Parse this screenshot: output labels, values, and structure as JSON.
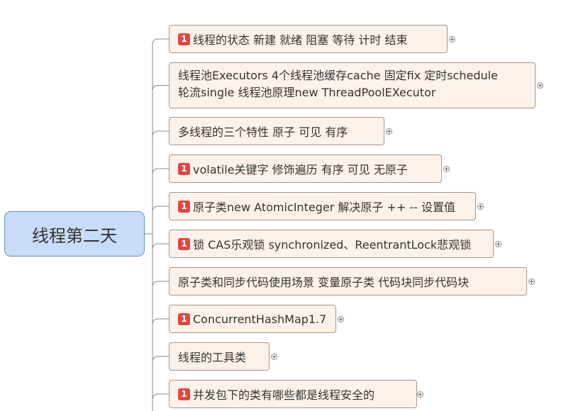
{
  "root": {
    "label": "线程第二天"
  },
  "nodes": [
    {
      "priority": "1",
      "text": "线程的状态 新建 就绪 阻塞 等待 计时 结束"
    },
    {
      "lines": [
        "线程池Executors 4个线程池缓存cache 固定fix 定时schedule",
        "轮流single 线程池原理new ThreadPoolEXecutor"
      ]
    },
    {
      "text": "多线程的三个特性 原子 可见 有序"
    },
    {
      "priority": "1",
      "text": "volatile关键字 修饰遍历 有序 可见 无原子"
    },
    {
      "priority": "1",
      "text": "原子类new AtomicInteger 解决原子 ++ -- 设置值"
    },
    {
      "priority": "1",
      "text": "锁 CAS乐观锁 synchronized、ReentrantLock悲观锁"
    },
    {
      "text": "原子类和同步代码使用场景 变量原子类 代码块同步代码块"
    },
    {
      "priority": "1",
      "text": "ConcurrentHashMap1.7"
    },
    {
      "text": "线程的工具类"
    },
    {
      "priority": "1",
      "text": "并发包下的类有哪些都是线程安全的"
    }
  ],
  "colors": {
    "root_fill": "#c8dcf8",
    "node_fill": "#fdf2ea",
    "priority_badge": "#e2473f",
    "connector": "#888888"
  }
}
